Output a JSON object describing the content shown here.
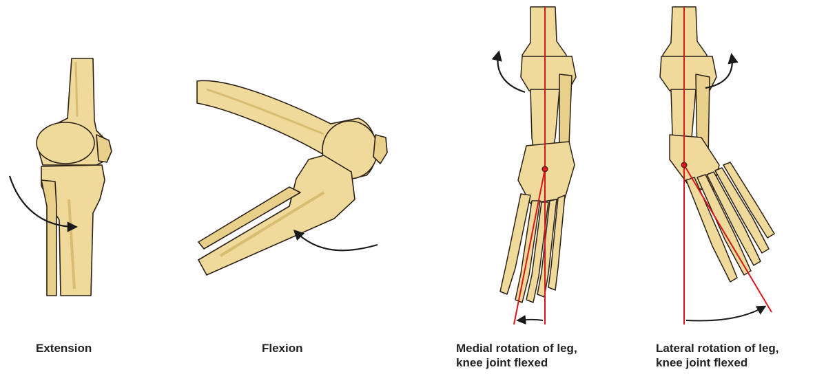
{
  "colors": {
    "bone": "#EFD99B",
    "bone_shadow": "#D7BC72",
    "outline": "#2A2014",
    "arrow": "#1A1A1A",
    "axis_line": "#D9141C",
    "caption": "#222222"
  },
  "figures": [
    {
      "id": "extension",
      "caption": [
        "Extension"
      ]
    },
    {
      "id": "flexion",
      "caption": [
        "Flexion"
      ]
    },
    {
      "id": "medial",
      "caption": [
        "Medial rotation of leg,",
        "knee joint flexed"
      ]
    },
    {
      "id": "lateral",
      "caption": [
        "Lateral rotation of leg,",
        "knee joint flexed"
      ]
    }
  ]
}
